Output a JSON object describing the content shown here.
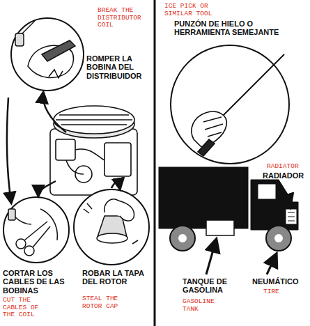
{
  "diagram": {
    "labels": [
      "BREAK THE DISTRIBUTOR COIL",
      "ROMPER LA BOBINA DEL DISTRIBUIDOR",
      "ICE PICK OR SIMILAR TOOL",
      "PUNZÓN DE HIELO O HERRAMIENTA SEMEJANTE",
      "RADIATOR",
      "RADIADOR",
      "CORTAR LOS CABLES DE LAS BOBINAS",
      "ROBAR LA TAPA DEL ROTOR",
      "CUT THE CABLES OF THE COIL",
      "STEAL THE ROTOR CAP",
      "TANQUE DE GASOLINA",
      "NEUMÁTICO",
      "GASOLINE TANK",
      "TIRE"
    ]
  }
}
